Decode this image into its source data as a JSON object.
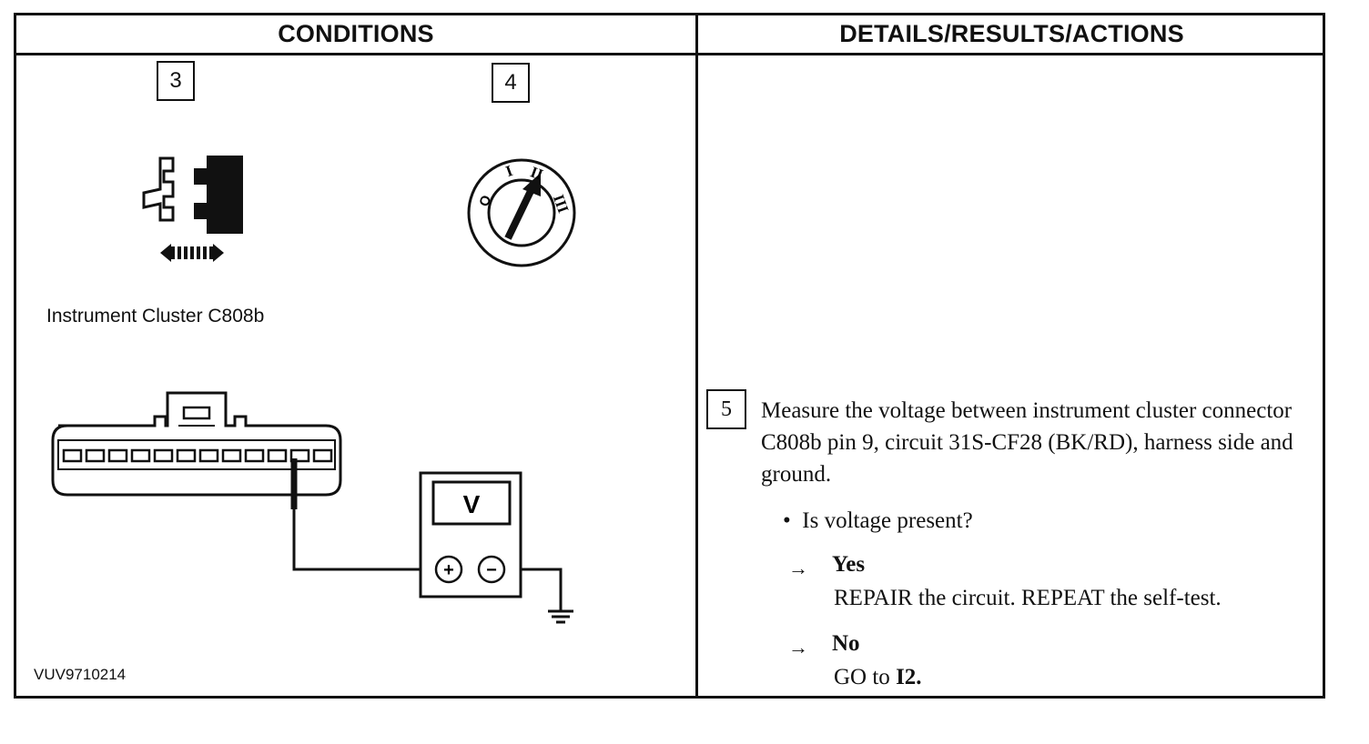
{
  "headers": {
    "conditions": "CONDITIONS",
    "details": "DETAILS/RESULTS/ACTIONS"
  },
  "conditions": {
    "step_3": "3",
    "step_4": "4",
    "connector_caption": "Instrument Cluster C808b",
    "ignition_positions": [
      "O",
      "I",
      "II",
      "III"
    ],
    "meter_label": "V",
    "meter_plus": "+",
    "meter_minus": "−",
    "figure_id": "VUV9710214"
  },
  "details": {
    "step_5": "5",
    "instruction": "Measure the voltage between instrument cluster connector C808b pin 9, circuit 31S-CF28 (BK/RD), harness side and ground.",
    "bullet_mark": "•",
    "question": "Is voltage present?",
    "arrow": "→",
    "yes_label": "Yes",
    "yes_action": "REPAIR the circuit. REPEAT the self-test.",
    "no_label": "No",
    "no_action_prefix": "GO to ",
    "no_action_target": "I2."
  }
}
